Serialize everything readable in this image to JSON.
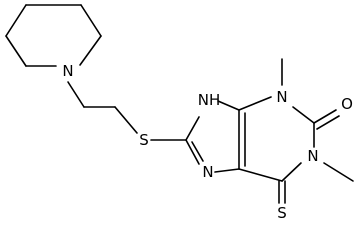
{
  "molecule": {
    "atoms": {
      "piperidine_n": "N",
      "thioether_s": "S",
      "imidazole_nh": "NH",
      "n3": "N",
      "n1": "N",
      "imidazole_n": "N",
      "carbonyl_o": "O",
      "thione_s": "S"
    },
    "colors": {
      "bond": "#000000",
      "label": "#000000",
      "background": "#ffffff"
    }
  }
}
